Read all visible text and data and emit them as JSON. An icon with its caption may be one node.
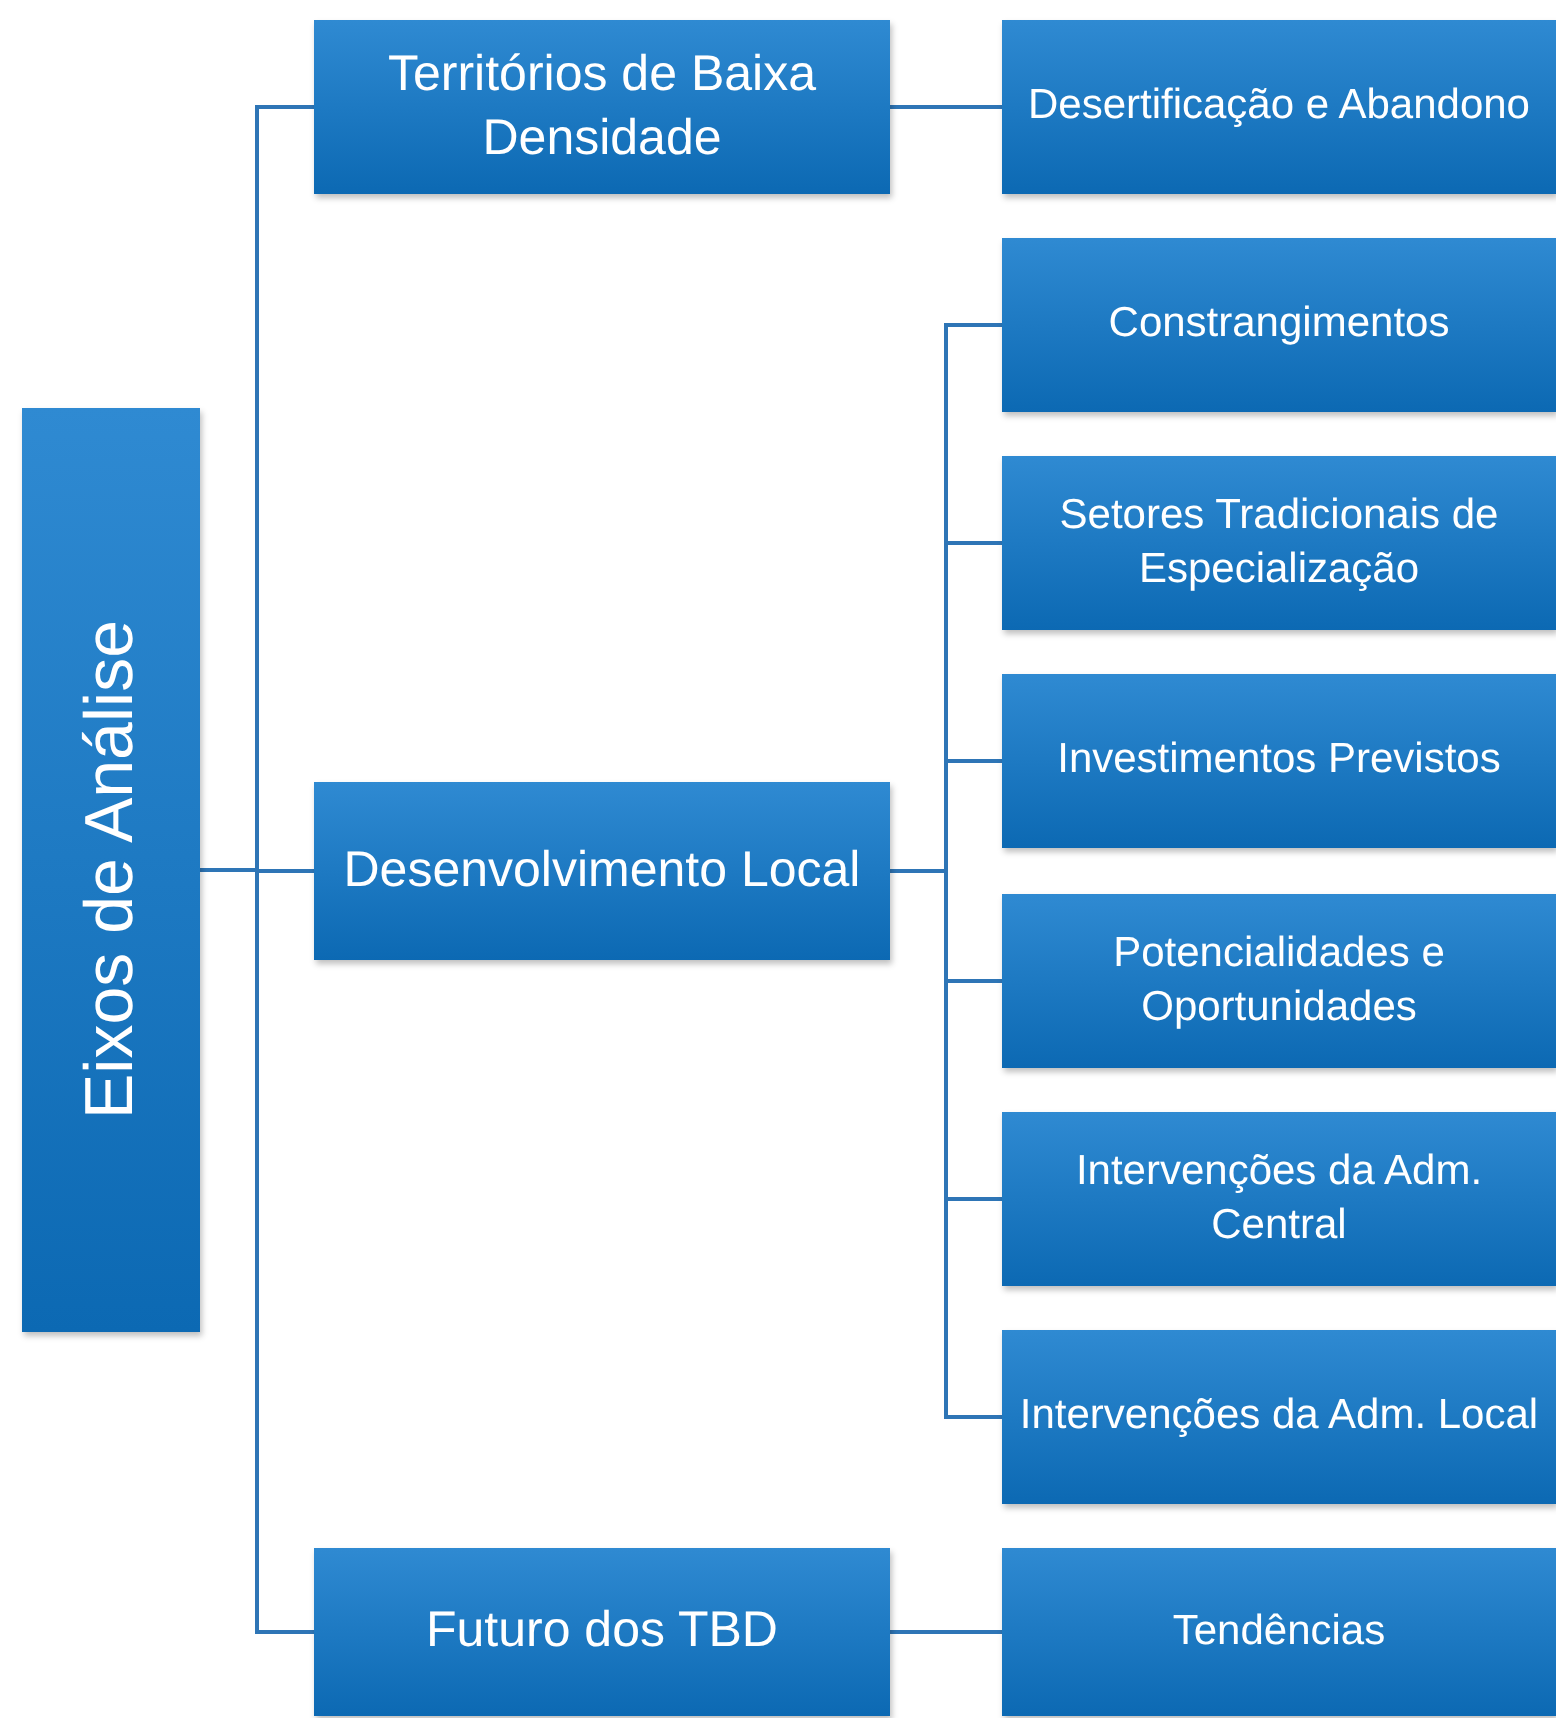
{
  "diagram": {
    "nodes": [
      {
        "text": [
          "Eixos de Análise"
        ]
      },
      {
        "text": [
          "Territórios de Baixa Densidade"
        ]
      },
      {
        "text": [
          "Desertificação e Abandono"
        ]
      },
      {
        "text": [
          "Desenvolvimento Local"
        ]
      },
      {
        "text": [
          "Constrangimentos"
        ]
      },
      {
        "text": [
          "Setores Tradicionais de Especialização"
        ]
      },
      {
        "text": [
          "Investimentos Previstos"
        ]
      },
      {
        "text": [
          "Potencialidades e Oportunidades"
        ]
      },
      {
        "text": [
          "Intervenções da Adm. Central"
        ]
      },
      {
        "text": [
          "Intervenções da Adm. Local"
        ]
      },
      {
        "text": [
          "Futuro dos TBD"
        ]
      },
      {
        "text": [
          "Tendências"
        ]
      }
    ],
    "edges": [
      {
        "from": 0,
        "to": 1,
        "arrow": "none"
      },
      {
        "from": 0,
        "to": 3,
        "arrow": "none"
      },
      {
        "from": 0,
        "to": 10,
        "arrow": "none"
      },
      {
        "from": 1,
        "to": 2,
        "arrow": "none"
      },
      {
        "from": 3,
        "to": 4,
        "arrow": "none"
      },
      {
        "from": 3,
        "to": 5,
        "arrow": "none"
      },
      {
        "from": 3,
        "to": 6,
        "arrow": "none"
      },
      {
        "from": 3,
        "to": 7,
        "arrow": "none"
      },
      {
        "from": 3,
        "to": 8,
        "arrow": "none"
      },
      {
        "from": 3,
        "to": 9,
        "arrow": "none"
      },
      {
        "from": 10,
        "to": 11,
        "arrow": "none"
      }
    ]
  }
}
